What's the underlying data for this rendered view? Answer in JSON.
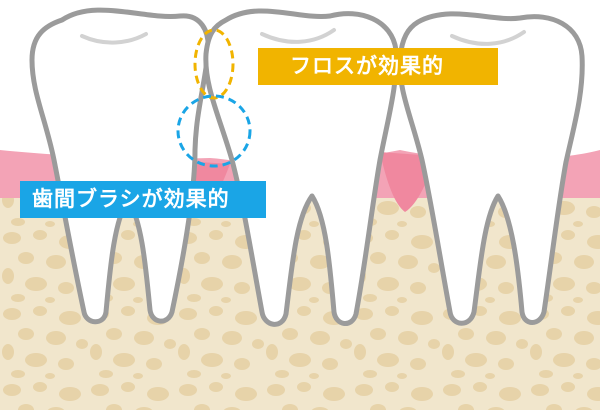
{
  "labels": {
    "floss": "フロスが効果的",
    "interdental_brush": "歯間ブラシが効果的"
  },
  "colors": {
    "floss_accent": "#f1b400",
    "brush_accent": "#1aa5e6",
    "gum": "#f3a3b6",
    "bone": "#f1e6cc",
    "bone_spots": "#e7d3a9",
    "tooth_outline": "#9b9b9b",
    "tooth": "#ffffff"
  },
  "icons": {
    "floss_zone": "dashed-ellipse-orange",
    "brush_zone": "dashed-circle-blue"
  }
}
